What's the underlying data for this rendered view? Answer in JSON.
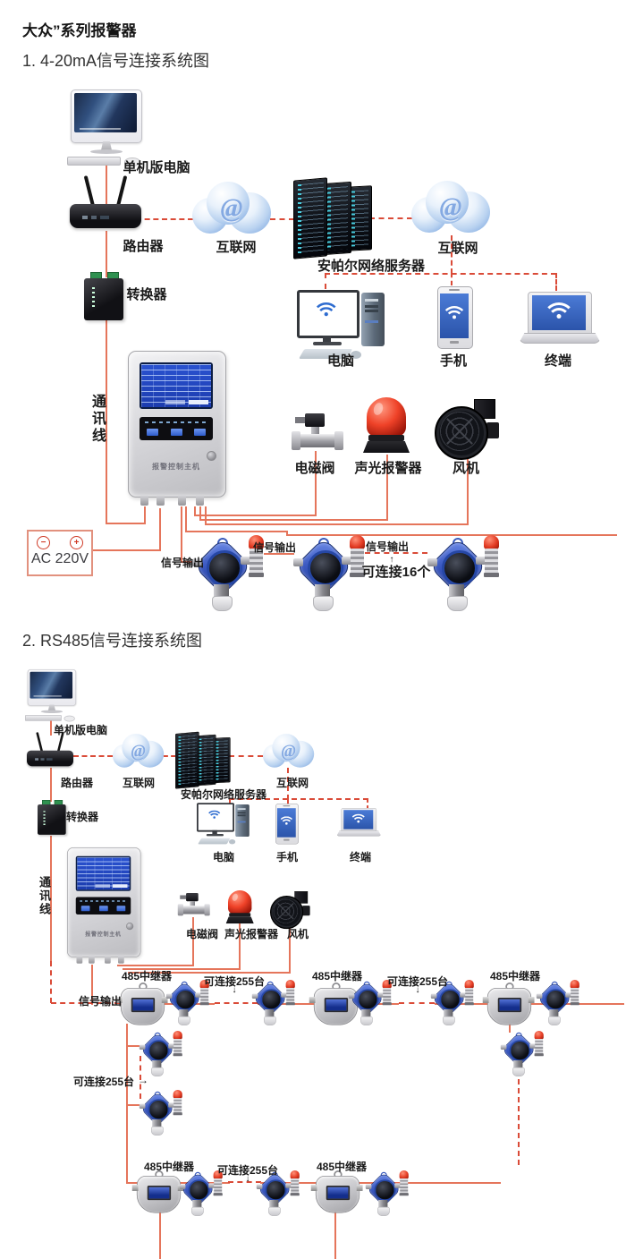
{
  "page": {
    "title": "大众”系列报警器"
  },
  "sections": {
    "s1": {
      "heading": "1. 4-20mA信号连接系统图"
    },
    "s2": {
      "heading": "2. RS485信号连接系统图"
    }
  },
  "labels": {
    "standalone_pc": "单机版电脑",
    "router": "路由器",
    "internet": "互联网",
    "server": "安帕尔网络服务器",
    "computer": "电脑",
    "phone": "手机",
    "terminal": "终端",
    "converter": "转换器",
    "comm_line": "通讯线",
    "controller_host": "报警控制主机",
    "solenoid_valve": "电磁阀",
    "sound_light_alarm": "声光报警器",
    "fan": "风机",
    "ac_power": "AC 220V",
    "signal_output": "信号输出",
    "connect_16": "可连接16个",
    "connect_255": "可连接255台",
    "repeater_485": "485中继器"
  },
  "symbols": {
    "at": "@",
    "minus": "−",
    "plus": "+",
    "arrow_up": "↑",
    "arrow_down": "↓",
    "arrow_right": "→"
  }
}
